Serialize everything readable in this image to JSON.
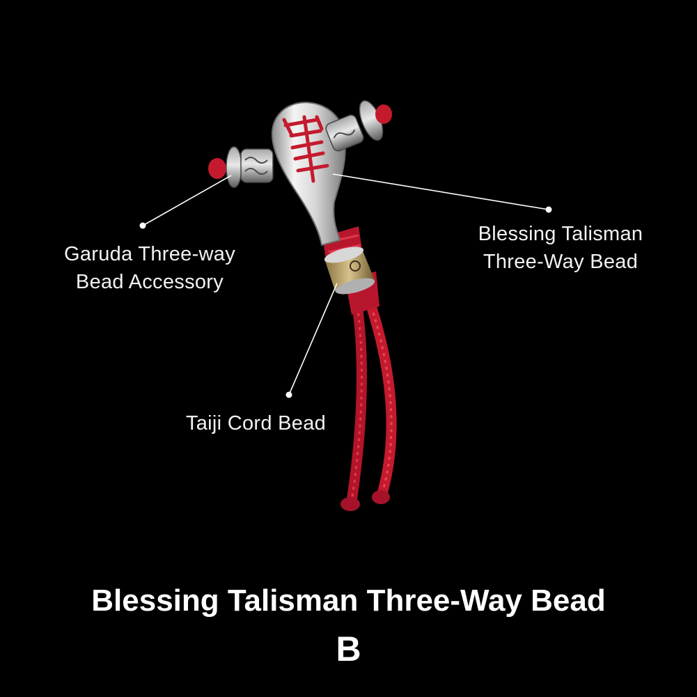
{
  "background_color": "#000000",
  "accent_color": "#c41a2e",
  "metal_color": "#c9c9c9",
  "callouts": {
    "garuda": {
      "line1": "Garuda Three-way",
      "line2": "Bead Accessory"
    },
    "blessing": {
      "line1": "Blessing Talisman",
      "line2": "Three-Way Bead"
    },
    "taiji": {
      "line1": "Taiji Cord Bead"
    }
  },
  "product": {
    "title": "Blessing Talisman Three-Way Bead",
    "variant": "B"
  }
}
